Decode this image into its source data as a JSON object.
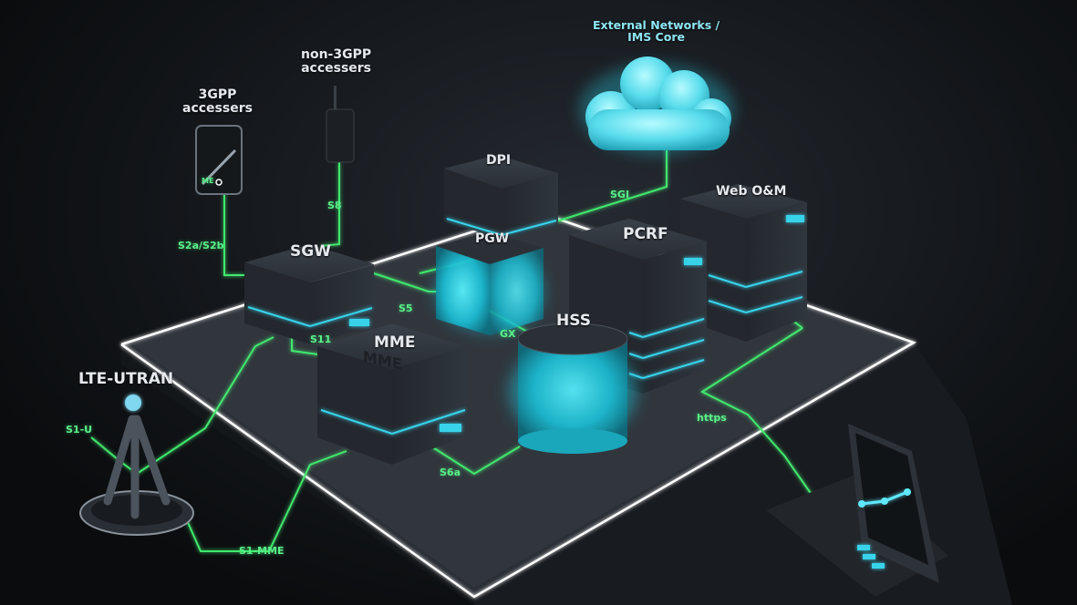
{
  "colors": {
    "link_green": "#43e86e",
    "accent_cyan": "#39d3ea",
    "node_dark": "#2a2f36",
    "platform_edge": "#ffffff"
  },
  "nodes": {
    "external": {
      "label_line1": "External Networks /",
      "label_line2": "IMS Core"
    },
    "non3gpp": {
      "label_line1": "non-3GPP",
      "label_line2": "accessers"
    },
    "gpp3": {
      "label_line1": "3GPP",
      "label_line2": "accessers"
    },
    "dpi": {
      "label": "DPI"
    },
    "web_om": {
      "label": "Web O&M"
    },
    "pgw": {
      "label": "PGW"
    },
    "pcrf": {
      "label": "PCRF"
    },
    "sgw": {
      "label": "SGW"
    },
    "hss": {
      "label": "HSS"
    },
    "mme": {
      "label": "MME",
      "engraved": "MME"
    },
    "lte": {
      "label": "LTE-UTRAN"
    },
    "phone": {
      "screen_text": "ME"
    }
  },
  "interfaces": {
    "sgi": "SGI",
    "s8": "S8",
    "s2ab": "S2a/S2b",
    "s5": "S5",
    "s11": "S11",
    "gx": "GX",
    "https": "https",
    "s1u": "S1-U",
    "s6a": "S6a",
    "s1mme": "S1-MME"
  }
}
